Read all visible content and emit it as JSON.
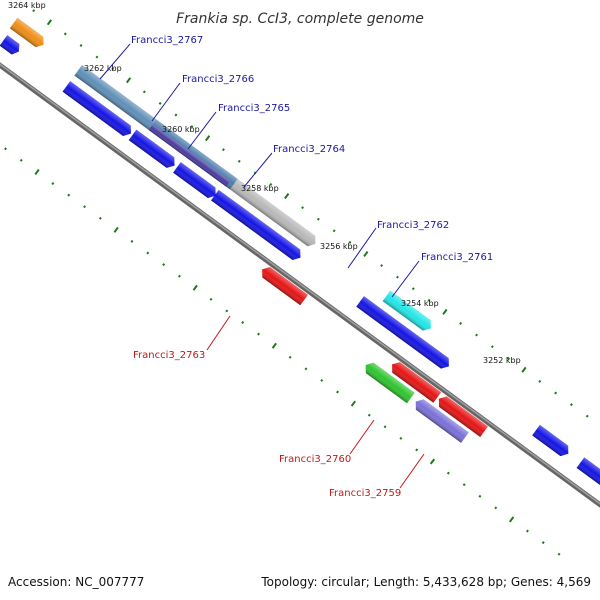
{
  "title": "Frankia sp. CcI3, complete genome",
  "footer": {
    "accession": "Accession: NC_007777",
    "topology": "Topology: circular; Length: 5,433,628 bp; Genes: 4,569"
  },
  "kbp_labels": [
    "3264 kbp",
    "3262 kbp",
    "3260 kbp",
    "3258 kbp",
    "3256 kbp",
    "3254 kbp",
    "3252 kbp"
  ],
  "gene_labels": {
    "g2767": "Francci3_2767",
    "g2766": "Francci3_2766",
    "g2765": "Francci3_2765",
    "g2764": "Francci3_2764",
    "g2762": "Francci3_2762",
    "g2761": "Francci3_2761",
    "g2763": "Francci3_2763",
    "g2760": "Francci3_2760",
    "g2759": "Francci3_2759"
  },
  "colors": {
    "backbone": "#888888",
    "cds_forward": "#1414e6",
    "cds_reverse": "#e61414",
    "cog_steelblue": "#5f8fb8",
    "cog_purple": "#5a4aa8",
    "cog_gray": "#b8b8b8",
    "cog_cyan": "#22e6e6",
    "cog_green": "#2ec42e",
    "cog_lavender": "#7a70d8",
    "cog_orange": "#f08c14",
    "tick_green": "#1c7a1c",
    "label_blue": "#1a1aa0",
    "label_red": "#c01818"
  }
}
